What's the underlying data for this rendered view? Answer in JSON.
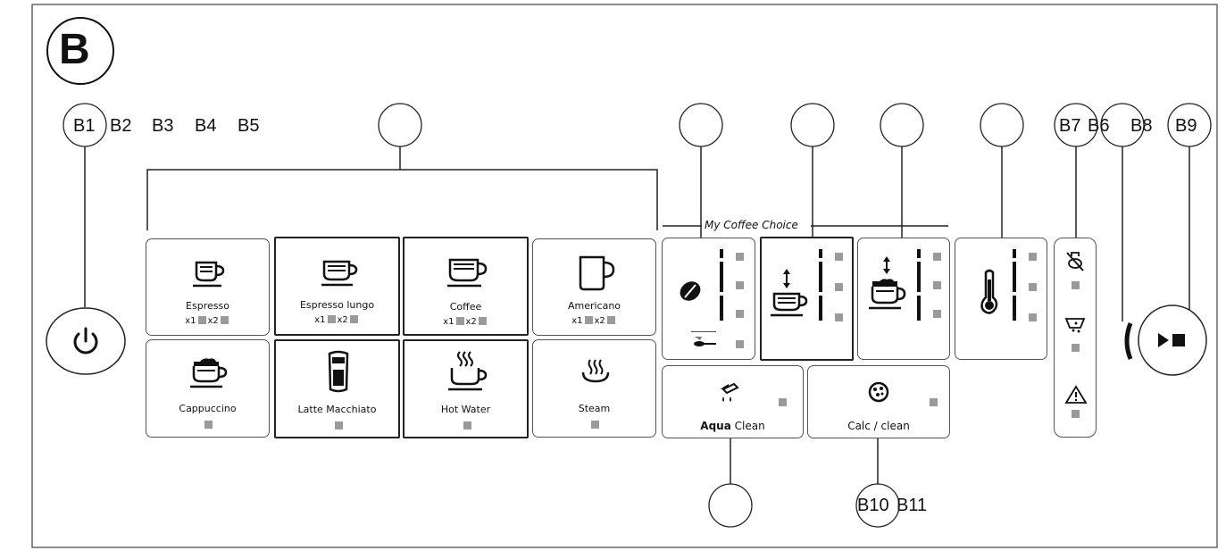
{
  "section_badge": "B",
  "callouts": {
    "b1": "B1",
    "b2": "B2",
    "b3": "B3",
    "b4": "B4",
    "b5": "B5",
    "b7": "B7",
    "b6": "B6",
    "b8": "B8",
    "b9": "B9",
    "b10": "B10",
    "b11": "B11"
  },
  "my_coffee_choice": "My Coffee Choice",
  "beverages": [
    {
      "name": "Espresso",
      "qty": true
    },
    {
      "name": "Espresso lungo",
      "qty": true
    },
    {
      "name": "Coffee",
      "qty": true
    },
    {
      "name": "Americano",
      "qty": true
    },
    {
      "name": "Cappuccino",
      "qty": false
    },
    {
      "name": "Latte Macchiato",
      "qty": false
    },
    {
      "name": "Hot Water",
      "qty": false
    },
    {
      "name": "Steam",
      "qty": false
    }
  ],
  "qty_labels": {
    "x1": "x1",
    "x2": "x2"
  },
  "aqua_clean": {
    "bold": "Aqua",
    "rest": " Clean"
  },
  "calc_clean": "Calc / clean",
  "icons": {
    "power": "power-icon",
    "start_stop": "play-stop-icon",
    "bean": "coffee-bean-icon",
    "ground": "ground-coffee-scoop-icon",
    "cup_volume": "cup-volume-icon",
    "milk_volume": "milk-volume-icon",
    "temperature": "thermometer-icon",
    "no_coffee": "no-coffee-icon",
    "empty_grounds": "grounds-container-icon",
    "warning": "warning-icon",
    "aqua_clean": "water-filter-icon",
    "calc_clean": "calc-clean-icon"
  },
  "colors": {
    "line": "#222222",
    "led": "#9a9a9a"
  }
}
